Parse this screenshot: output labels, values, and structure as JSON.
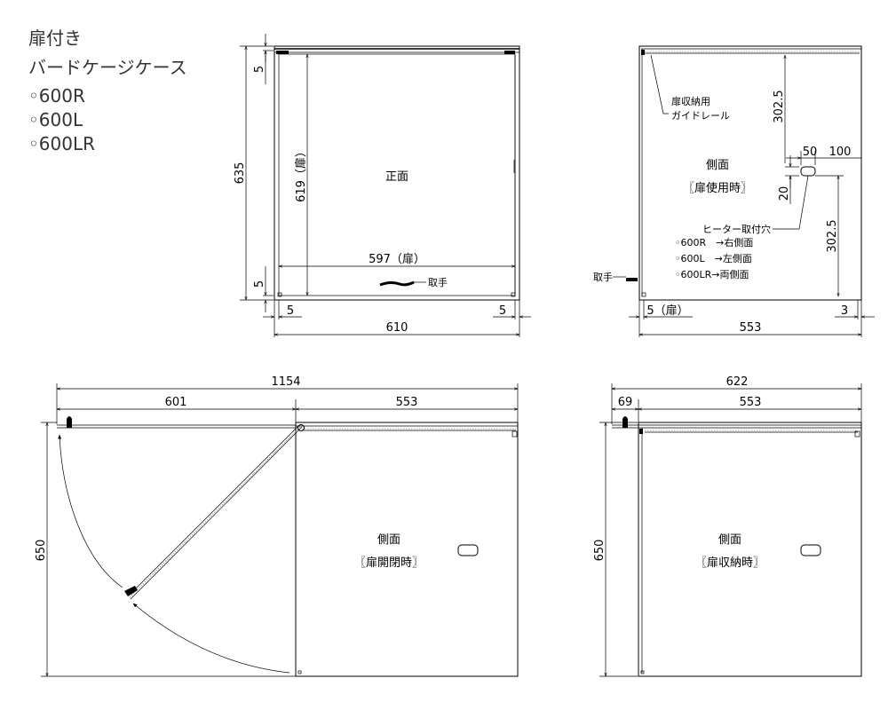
{
  "title": {
    "line1": "扉付き",
    "line2": "バードケージケース",
    "models": [
      "◦600R",
      "◦600L",
      "◦600LR"
    ]
  },
  "front_view": {
    "label": "正面",
    "handle_label": "取手",
    "dims": {
      "overall_height": "635",
      "top_gap": "5",
      "bottom_gap": "5",
      "door_height": "619（扉）",
      "door_width": "597（扉）",
      "left_gap": "5",
      "right_gap": "5",
      "overall_width": "610"
    }
  },
  "side_view": {
    "label1": "側面",
    "label2": "〖扉使用時〗",
    "rail_label1": "扉収納用",
    "rail_label2": "ガイドレール",
    "heater_label": "ヒーター取付穴",
    "heater_notes": [
      "◦600R　→右側面",
      "◦600L　→左側面",
      "◦600LR→両側面"
    ],
    "handle_label": "取手",
    "dims": {
      "upper_height": "302.5",
      "lower_height": "302.5",
      "hole_height": "20",
      "hole_width": "50",
      "hole_offset": "100",
      "door_gap": "5（扉）",
      "back_gap": "3",
      "overall_width": "553"
    }
  },
  "open_view": {
    "label1": "側面",
    "label2": "〖扉開閉時〗",
    "dims": {
      "overall_width": "1154",
      "door_swing": "601",
      "case_depth": "553",
      "height": "650"
    }
  },
  "stored_view": {
    "label1": "側面",
    "label2": "〖扉収納時〗",
    "dims": {
      "overall_width": "622",
      "overhang": "69",
      "case_depth": "553",
      "height": "650"
    }
  }
}
